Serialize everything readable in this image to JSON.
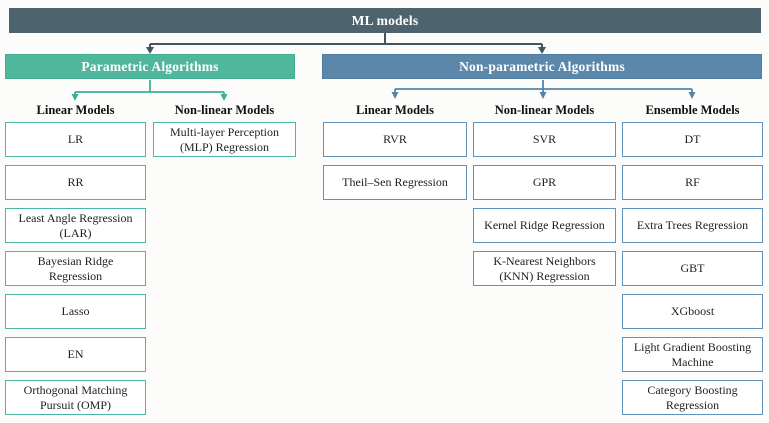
{
  "root": {
    "label": "ML models"
  },
  "colors": {
    "background": "#fcfcfb",
    "root_bar": "#4d636d",
    "connector_dark": "#42555f",
    "parametric_fill": "#50b79c",
    "parametric_border": "#3fae92",
    "connector_teal": "#3fae97",
    "teal_border": "#4cb6a2",
    "nonparametric_fill": "#5b87aa",
    "nonparametric_border": "#527da0",
    "connector_blue": "#5584ab",
    "blue_border": "#6292bc",
    "header_text": "#ffffff",
    "heading_text": "#111111",
    "box_text": "#1f1f1f"
  },
  "branches": [
    {
      "id": "parametric",
      "label": "Parametric Algorithms",
      "columns": [
        {
          "heading": "Linear Models",
          "items": [
            "LR",
            "RR",
            "Least Angle Regression (LAR)",
            "Bayesian Ridge Regression",
            "Lasso",
            "EN",
            "Orthogonal Matching Pursuit (OMP)"
          ]
        },
        {
          "heading": "Non-linear Models",
          "items": [
            "Multi-layer Perception (MLP) Regression"
          ]
        }
      ]
    },
    {
      "id": "nonparametric",
      "label": "Non-parametric Algorithms",
      "columns": [
        {
          "heading": "Linear Models",
          "items": [
            "RVR",
            "Theil–Sen Regression"
          ]
        },
        {
          "heading": "Non-linear Models",
          "items": [
            "SVR",
            "GPR",
            "Kernel Ridge Regression",
            "K-Nearest Neighbors (KNN) Regression"
          ]
        },
        {
          "heading": "Ensemble Models",
          "items": [
            "DT",
            "RF",
            "Extra Trees Regression",
            "GBT",
            "XGboost",
            "Light Gradient Boosting Machine",
            "Category Boosting Regression"
          ]
        }
      ]
    }
  ]
}
